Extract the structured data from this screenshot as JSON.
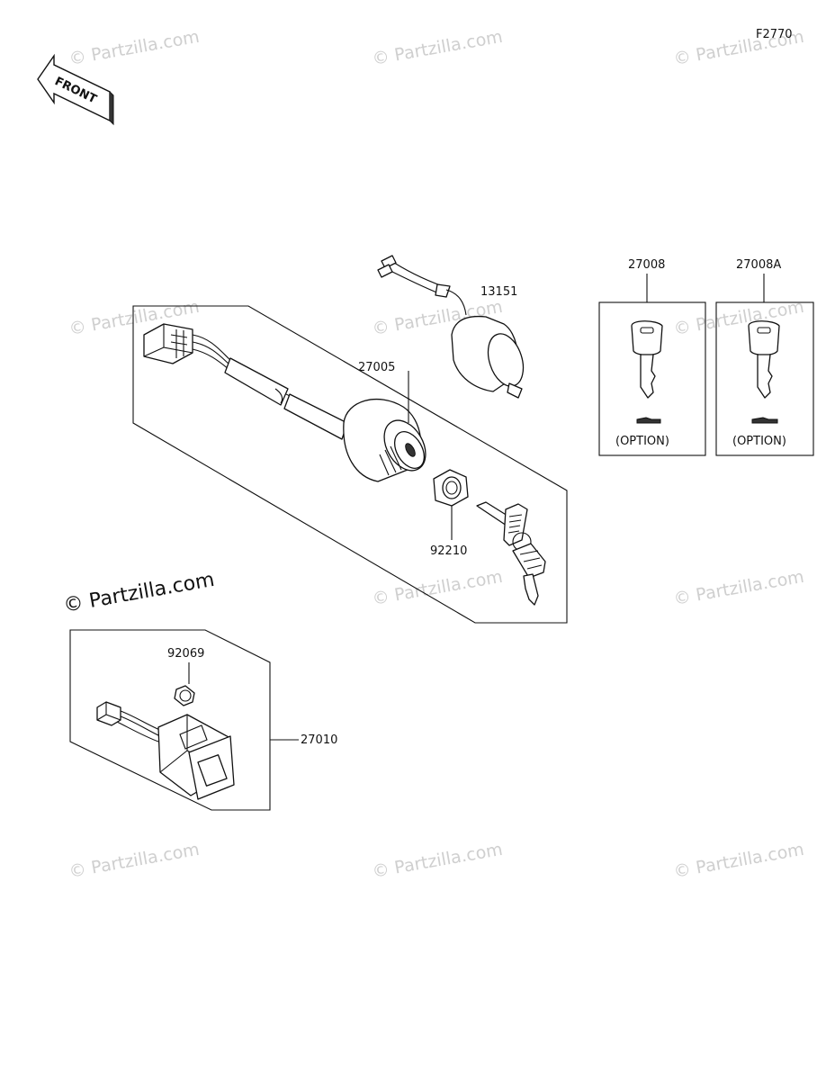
{
  "figure_code": "F2770",
  "front_arrow_label": "FRONT",
  "watermarks": [
    "© Partzilla.com",
    "© Partzilla.com",
    "© Partzilla.com",
    "© Partzilla.com",
    "© Partzilla.com",
    "© Partzilla.com",
    "© Partzilla.com",
    "© Partzilla.com",
    "© Partzilla.com",
    "© Partzilla.com",
    "© Partzilla.com"
  ],
  "watermark_main": "© Partzilla.com",
  "parts": {
    "p13151": "13151",
    "p27005": "27005",
    "p92210": "92210",
    "p27008": "27008",
    "p27008A": "27008A",
    "p92069": "92069",
    "p27010": "27010"
  },
  "option_label_1": "(OPTION)",
  "option_label_2": "(OPTION)"
}
